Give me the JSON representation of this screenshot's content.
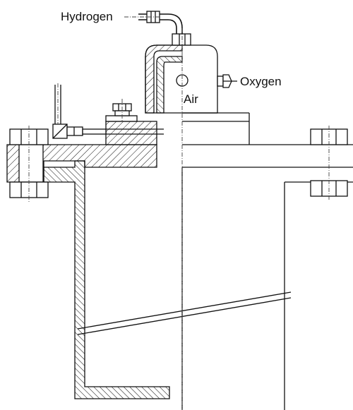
{
  "labels": {
    "hydrogen": "Hydrogen",
    "oxygen": "Oxygen",
    "air": "Air"
  },
  "colors": {
    "line": "#111111",
    "background": "#ffffff"
  }
}
